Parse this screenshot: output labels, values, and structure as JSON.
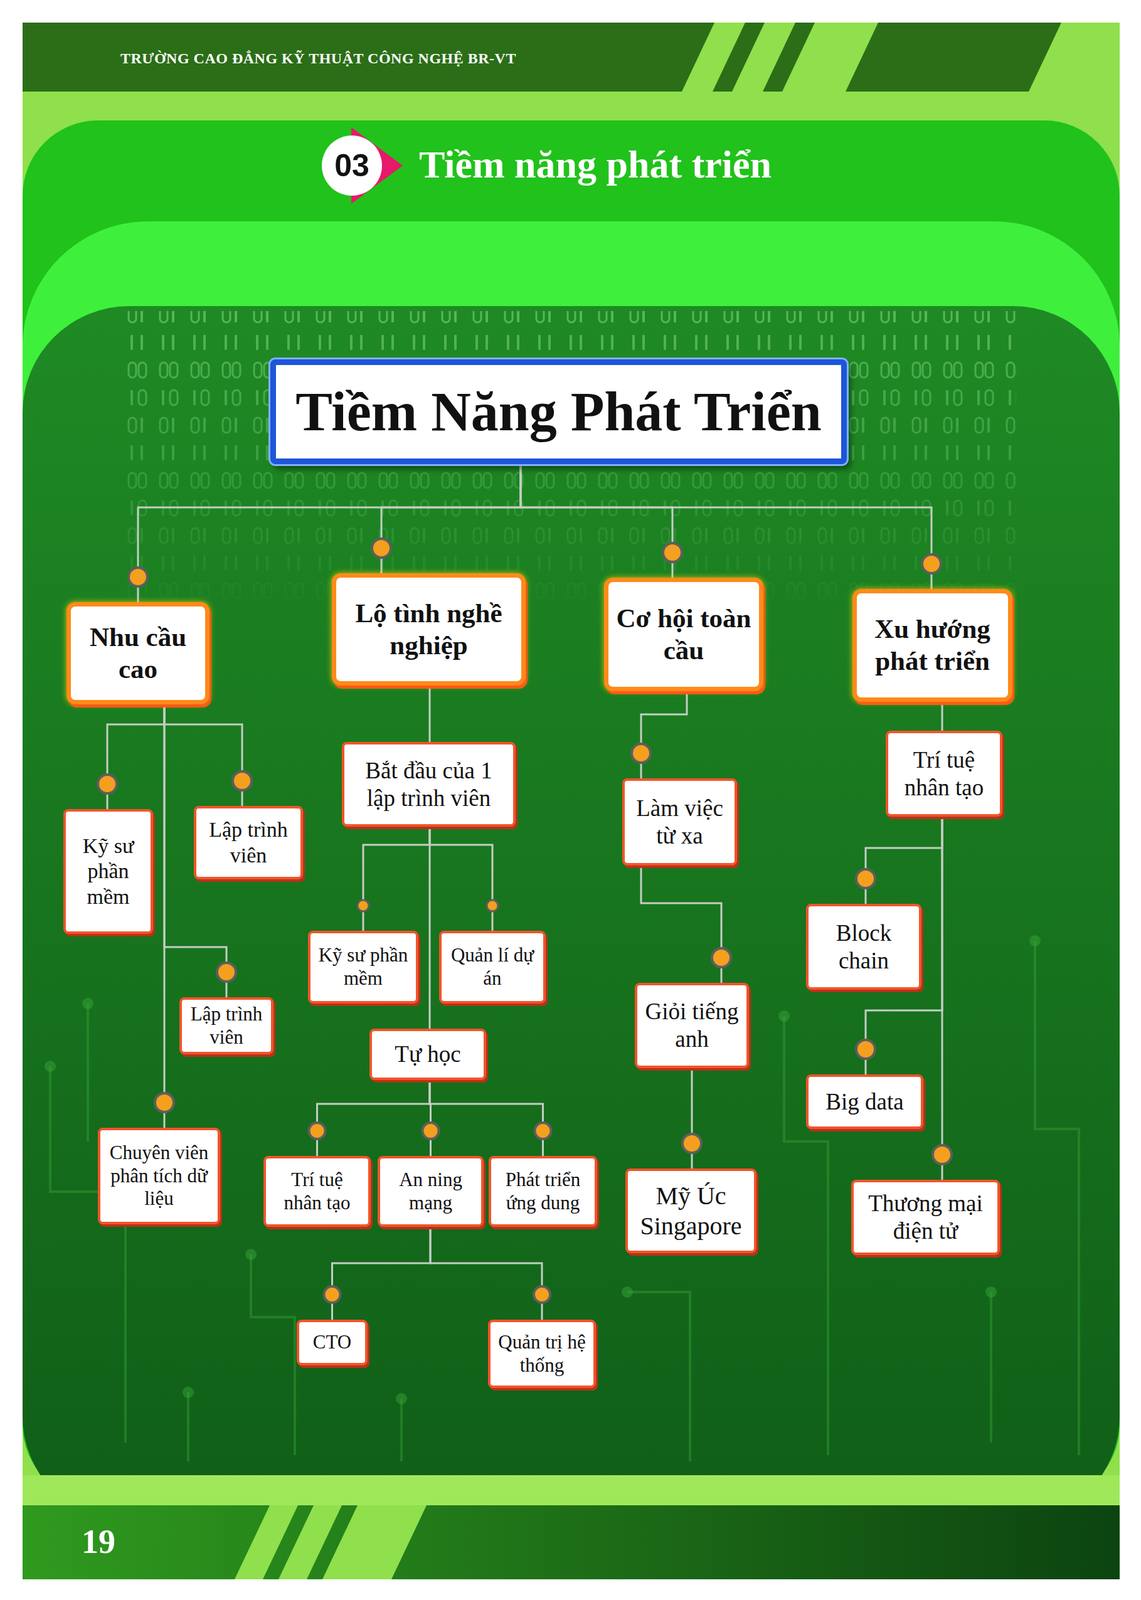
{
  "diagram": {
    "title": "Tiềm năng phát triển",
    "nodes": [
      {
        "text": [
          "Tiềm Năng Phát Triển"
        ]
      },
      {
        "text": [
          "Nhu cầu cao"
        ]
      },
      {
        "text": [
          "Lộ tình nghề nghiệp"
        ]
      },
      {
        "text": [
          "Cơ hội toàn cầu"
        ]
      },
      {
        "text": [
          "Xu hướng phát triển"
        ]
      },
      {
        "text": [
          "Kỹ sư phần mềm"
        ]
      },
      {
        "text": [
          "Lập trình viên"
        ]
      },
      {
        "text": [
          "Lập trình viên"
        ]
      },
      {
        "text": [
          "Chuyên viên phân tích dữ liệu"
        ]
      },
      {
        "text": [
          "Bắt đầu của 1 lập trình viên"
        ]
      },
      {
        "text": [
          "Kỹ sư phần mềm"
        ]
      },
      {
        "text": [
          "Quản lí dự án"
        ]
      },
      {
        "text": [
          "Tự học"
        ]
      },
      {
        "text": [
          "Trí tuệ nhân tạo"
        ]
      },
      {
        "text": [
          "An ning mạng"
        ]
      },
      {
        "text": [
          "Phát triển ứng dung"
        ]
      },
      {
        "text": [
          "CTO"
        ]
      },
      {
        "text": [
          "Quản trị hệ thống"
        ]
      },
      {
        "text": [
          "Làm việc từ xa"
        ]
      },
      {
        "text": [
          "Giỏi tiếng anh"
        ]
      },
      {
        "text": [
          "Mỹ Úc Singapore"
        ]
      },
      {
        "text": [
          "Trí tuệ nhân tạo"
        ]
      },
      {
        "text": [
          "Block chain"
        ]
      },
      {
        "text": [
          "Big data"
        ]
      },
      {
        "text": [
          "Thương mại điện tử"
        ]
      }
    ],
    "edges": [
      {
        "from": 0,
        "to": 1,
        "arrow": "none"
      },
      {
        "from": 0,
        "to": 2,
        "arrow": "none"
      },
      {
        "from": 0,
        "to": 3,
        "arrow": "none"
      },
      {
        "from": 0,
        "to": 4,
        "arrow": "none"
      },
      {
        "from": 1,
        "to": 5,
        "arrow": "none"
      },
      {
        "from": 1,
        "to": 6,
        "arrow": "none"
      },
      {
        "from": 1,
        "to": 7,
        "arrow": "none"
      },
      {
        "from": 1,
        "to": 8,
        "arrow": "none"
      },
      {
        "from": 2,
        "to": 9,
        "arrow": "none"
      },
      {
        "from": 9,
        "to": 10,
        "arrow": "none"
      },
      {
        "from": 9,
        "to": 11,
        "arrow": "none"
      },
      {
        "from": 9,
        "to": 12,
        "arrow": "none"
      },
      {
        "from": 12,
        "to": 13,
        "arrow": "none"
      },
      {
        "from": 12,
        "to": 14,
        "arrow": "none"
      },
      {
        "from": 12,
        "to": 15,
        "arrow": "none"
      },
      {
        "from": 14,
        "to": 16,
        "arrow": "none"
      },
      {
        "from": 14,
        "to": 17,
        "arrow": "none"
      },
      {
        "from": 3,
        "to": 18,
        "arrow": "none"
      },
      {
        "from": 18,
        "to": 19,
        "arrow": "none"
      },
      {
        "from": 19,
        "to": 20,
        "arrow": "none"
      },
      {
        "from": 4,
        "to": 21,
        "arrow": "none"
      },
      {
        "from": 21,
        "to": 22,
        "arrow": "none"
      },
      {
        "from": 21,
        "to": 23,
        "arrow": "none"
      },
      {
        "from": 21,
        "to": 24,
        "arrow": "none"
      }
    ],
    "labels": [
      "TRƯỜNG CAO ĐẲNG KỸ THUẬT CÔNG NGHỆ BR-VT",
      "03",
      "19"
    ]
  }
}
